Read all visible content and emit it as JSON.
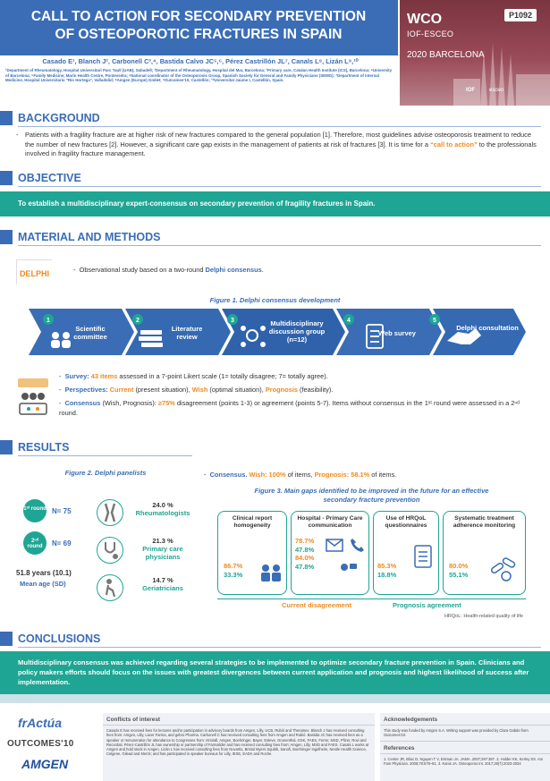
{
  "header": {
    "title_line1": "CALL TO ACTION FOR SECONDARY PREVENTION",
    "title_line2": "OF OSTEOPOROTIC FRACTURES IN SPAIN",
    "authors": "Casado E¹, Blanch J², Carbonell C³,⁴, Bastida Calvo JC⁵,⁶, Pérez Castrillón JL⁷, Canals L⁸, Lizán L⁹,¹⁰",
    "affiliations": "¹Department of Rheumatology, Hospital Universitari Parc Taulí (UAB), Sabadell; ²Department of Rheumatology, Hospital del Mar, Barcelona; ³Primary care, Catalan Health Institute (ICS), Barcelona; ⁴University of Barcelona; ⁵Family Medicine, Marín Health Centre, Pontevedra; ⁶National coordinator of the Osteoporosis Group, Spanish Society for General and Family Physicians (SEMG); ⁷Department of Internal Medicine, Hospital Universitario \"Río Hortega\", Valladolid; ⁸Amgen (Europe) GmbH; ⁹Outcomes'10, Castellón; ¹⁰Universitat Jaume I, Castellón, Spain.",
    "poster_number": "P1092",
    "wco_logo": "WCO",
    "wco_sub": "IOF-ESCEO",
    "wco_city": "2020 BARCELONA",
    "iof": "IOF",
    "esceo": "esceo",
    "blue": "#3a6db6"
  },
  "background": {
    "title": "BACKGROUND",
    "text_1": "Patients with a fragility fracture are at higher risk of new fractures compared to the general population [1]. Therefore, most guidelines advise osteoporosis treatment to reduce the number of new fractures [2]. However, a significant care gap exists in the management of patients at risk of fractures [3]. It is time for a ",
    "highlight": "“call to action”",
    "text_2": " to the professionals involved in fragility fracture management."
  },
  "objective": {
    "title": "OBJECTIVE",
    "text": "To establish a multidisciplinary expert-consensus on secondary prevention of fragility fractures in Spain."
  },
  "methods": {
    "title": "MATERIAL AND METHODS",
    "delphi_logo_text": "DELPHI",
    "study_text": "Observational study based on a two-round ",
    "study_highlight": "Delphi consensus",
    "study_end": ".",
    "figure_caption": "Figure 1. Delphi consensus development",
    "steps": [
      {
        "num": "1",
        "label": "Scientific committee"
      },
      {
        "num": "2",
        "label": "Literature review"
      },
      {
        "num": "3",
        "label": "Multidisciplinary discussion group (n=12)"
      },
      {
        "num": "4",
        "label": "Web survey"
      },
      {
        "num": "5",
        "label": "Delphi consultation"
      }
    ],
    "survey_label": "Survey:",
    "survey_value": "43 items",
    "survey_rest": " assessed in a 7-point Likert scale (1= totally disagree; 7= totally agree).",
    "persp_label": "Perspectives:",
    "persp_current": "Current",
    "persp_current_desc": " (present situation), ",
    "persp_wish": "Wish",
    "persp_wish_desc": " (optimal situation), ",
    "persp_prog": "Prognosis",
    "persp_prog_desc": " (feasibility).",
    "cons_label": "Consensus",
    "cons_text1": " (Wish, Prognosis): ",
    "cons_value": "≥75%",
    "cons_text2": " disagreement (points 1-3) or agreement (points 5-7). Items without consensus in the 1ˢᵗ round were assessed in a 2ⁿᵈ round."
  },
  "results": {
    "title": "RESULTS",
    "fig2_caption": "Figure 2. Delphi panelists",
    "round1_label": "1ˢᵗ round",
    "round1_n": "N= 75",
    "round2_label": "2ⁿᵈ round",
    "round2_n": "N= 69",
    "age_value": "51.8 years (10.1)",
    "age_label": "Mean age (SD)",
    "panel": [
      {
        "pct": "24.0 %",
        "label": "Rheumatologists"
      },
      {
        "pct": "21.3 %",
        "label": "Primary care physicians"
      },
      {
        "pct": "14.7 %",
        "label": "Geriatricians"
      }
    ],
    "consensus_label": "Consensus.",
    "wish_label": "Wish:",
    "wish_value": "100%",
    "wish_rest": " of items, ",
    "prog_label": "Prognosis:",
    "prog_value": "58.1%",
    "prog_rest": " of items.",
    "fig3_caption_1": "Figure 3. Main gaps identified to be improved in the future for an effective",
    "fig3_caption_2": "secondary fracture prevention",
    "gaps": [
      {
        "title": "Clinical report homogeneity",
        "cur": [
          "86.7%"
        ],
        "prog": [
          "33.3%"
        ]
      },
      {
        "title": "Hospital - Primary Care communication",
        "cur": [
          "78.7%",
          "84.0%"
        ],
        "prog": [
          "47.8%",
          "47.8%"
        ]
      },
      {
        "title": "Use of HRQoL questionnaires",
        "cur": [
          "85.3%"
        ],
        "prog": [
          "18.8%"
        ]
      },
      {
        "title": "Systematic treatment adherence monitoring",
        "cur": [
          "80.0%"
        ],
        "prog": [
          "55.1%"
        ]
      }
    ],
    "legend_current": "Current disagreement",
    "legend_prog": "Prognosis agreement",
    "footnote": "HRQoL: Health-related quality of life",
    "orange": "#f08a1c",
    "teal": "#1fa593"
  },
  "conclusions": {
    "title": "CONCLUSIONS",
    "text": "Multidisciplinary consensus was achieved regarding several strategies to be implemented to optimize secondary fracture prevention in Spain. Clinicians and policy makers efforts should focus on the issues with greatest divergences between current application and prognosis and highest likelihood of success after implementation."
  },
  "footer": {
    "logo1": "frActúa",
    "logo2": "OUTCOMES'10",
    "logo3": "AMGEN",
    "conflicts_title": "Conflicts of interest",
    "conflicts_text": "Casado E has received fees for lectures and/or participation in advisory boards from Amgen, Lilly, UCB, Rubió and Theramex. Blanch J has received consulting fees from: Amgen, Lilly, Lacer Farma, and gebro Pharma. Carbonell C has received consulting fees from Amgen and Rubió. Bastida JC has received fees as a speaker or remuneration for attendance to Congresses from: Almirall, Amgen, Boehringer, Bayer, Esteve, Grunenthal, GSK, FAES, Ferrer, MSD, Pfizer, Rovi and Recordati. Pérez-Castrillón JL has ownership or partnership of Farmalider and has received consulting fees from: Amgen, Lilly, MSD and FAES. Canals L works at Amgen and hold stock in Amgen. Lizán L has received consulting fees from Novartis, Bristol Myers Squibb, Sanofi, Boehringer Ingelheim, Nestle Health Science, Celgene, Gilead and Merck; and has participated in speaker bureaus for Lilly, IESE, EADA and Roche.",
    "ack_title": "Acknowledgements",
    "ack_text": "This study was funded by Amgen S.A. Writing support was provided by Clara Gabás from Outcomes'10.",
    "ref_title": "References",
    "ref_text": "1. Center JR, Bliuc D, Nguyen T V, Eisman JA. JAMA. 2007;297:387. 2. Holder KK, Kerley SS. Am Fam Physician. 2008;78:579–81. 3. Kanis JA. Osteoporos Int. 2017;28(7):2023-2034"
  }
}
